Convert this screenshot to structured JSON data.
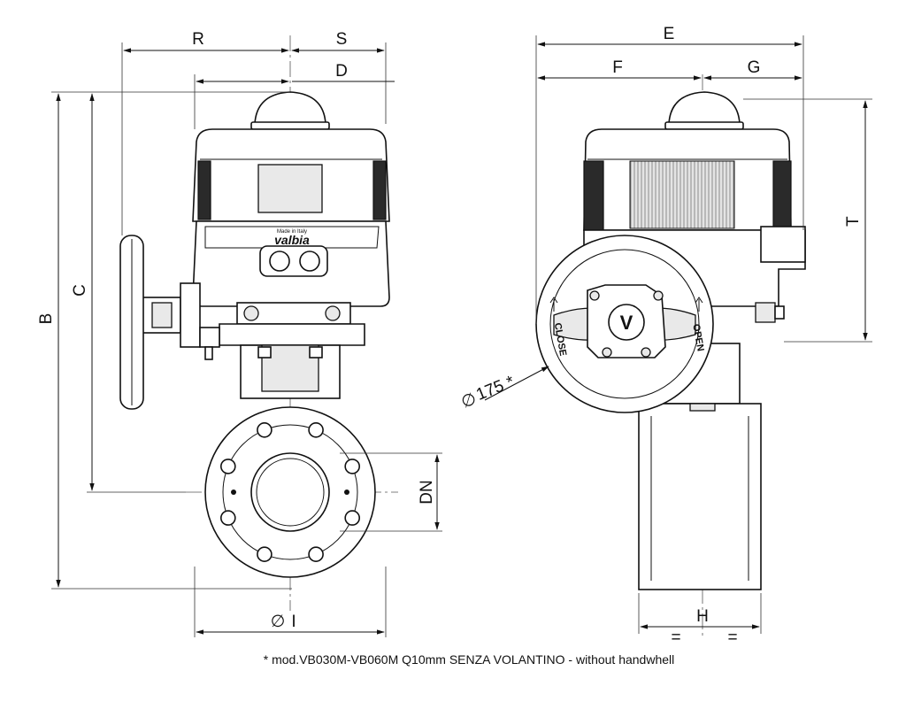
{
  "dims": {
    "R": "R",
    "S": "S",
    "D": "D",
    "E": "E",
    "F": "F",
    "G": "G",
    "B": "B",
    "C": "C",
    "T": "T",
    "DN": "DN",
    "I": "I",
    "H": "H",
    "eq1": "=",
    "eq2": "=",
    "dia_prefix": "∅",
    "handwheel": "175 *"
  },
  "labels": {
    "close": "CLOSE",
    "open": "OPEN",
    "brand": "valbia",
    "made_in": "Made in Italy",
    "logo_letter": "V"
  },
  "footnote": "*  mod.VB030M-VB060M Q10mm SENZA VOLANTINO - without handwhell"
}
